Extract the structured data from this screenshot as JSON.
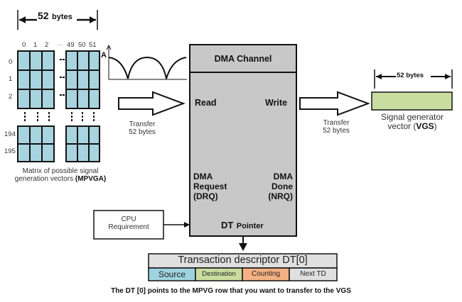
{
  "matrix": {
    "width_label_num": "52",
    "width_label_unit": "bytes",
    "col_labels_left": [
      "0",
      "1",
      "2"
    ],
    "col_ellipsis": "...",
    "col_labels_right": [
      "49",
      "50",
      "51"
    ],
    "row_labels_top": [
      "0",
      "1",
      "2"
    ],
    "row_labels_bottom": [
      "194",
      "195"
    ],
    "caption_line1": "Matrix of possible signal",
    "caption_line2_prefix": "generation vectors ",
    "caption_abbrev": "(MPVGA)",
    "cell_color": "#a8d4e0"
  },
  "waveform": {
    "axis_label": "A"
  },
  "transfer_left": {
    "line1": "Transfer",
    "line2": "52 bytes"
  },
  "dma_channel": {
    "title": "DMA Channel",
    "read": "Read",
    "write": "Write",
    "request_lines": [
      "DMA",
      "Request",
      "(DRQ)"
    ],
    "done_lines": [
      "DMA",
      "Done",
      "(NRQ)"
    ],
    "pointer_dt": "DT",
    "pointer_word": "Pointer",
    "body_color": "#c8c8c8"
  },
  "transfer_right": {
    "line1": "Transfer",
    "line2": "52 bytes"
  },
  "vgs": {
    "width_label": "52 bytes",
    "caption_line1": "Signal generator",
    "caption_line2_prefix": "vector (",
    "caption_abbrev": "VGS",
    "caption_line2_suffix": ")",
    "color": "#c9dda0"
  },
  "cpu": {
    "line1": "CPU",
    "line2": "Requirement"
  },
  "descriptor": {
    "title": "Transaction descriptor DT[0]",
    "fields": [
      {
        "label": "Source",
        "color": "#9fd3e0"
      },
      {
        "label": "Destination",
        "color": "#c9dda0"
      },
      {
        "label": "Counting",
        "color": "#f4b183"
      },
      {
        "label": "Next TD",
        "color": "#e0e0e0"
      }
    ]
  },
  "footer": "The DT [0] points to the MPVG row that you want to transfer to the VGS"
}
